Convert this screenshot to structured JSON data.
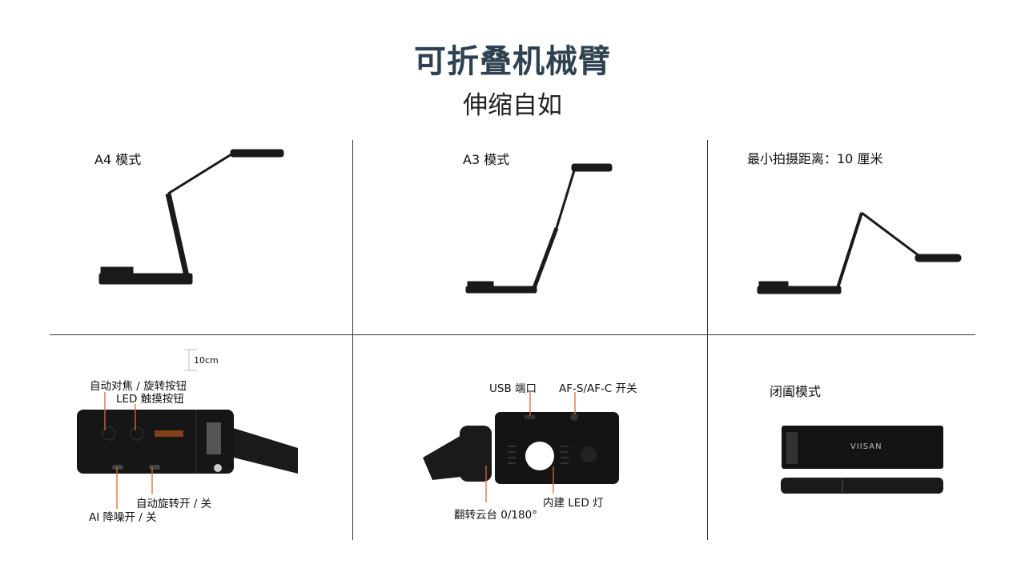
{
  "header": {
    "title": "可折叠机械臂",
    "subtitle": "伸缩自如"
  },
  "panels": {
    "a4": {
      "label": "A4 模式"
    },
    "a3": {
      "label": "A3 模式"
    },
    "min_distance": {
      "label": "最小拍摄距离：10 厘米"
    },
    "controls": {
      "scale": "10cm",
      "autofocus": "自动对焦 / 旋转按钮",
      "led_touch": "LED 触摸按钮",
      "auto_rotate": "自动旋转开 / 关",
      "ai_noise": "AI 降噪开 / 关"
    },
    "ports": {
      "usb": "USB 端口",
      "af_switch": "AF-S/AF-C 开关",
      "led": "内建 LED 灯",
      "gimbal": "翻转云台 0/180°"
    },
    "closed": {
      "label": "闭阖模式",
      "brand": "VIISAN"
    }
  },
  "colors": {
    "title": "#2e4150",
    "leader": "#e0682a",
    "device": "#1a1a1a"
  }
}
